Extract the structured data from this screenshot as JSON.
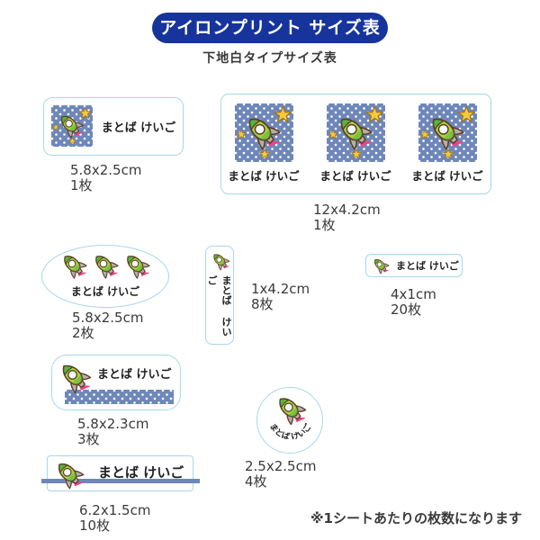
{
  "page": {
    "header_title": "アイロンプリント サイズ表",
    "subtitle": "下地白タイプサイズ表",
    "name_text": "まとば けいご",
    "footnote": "※1シートあたりの枚数になります"
  },
  "colors": {
    "header_bg": "#16349c",
    "label_border": "#a9d7e6",
    "dot_pattern_bg": "#6e87ba",
    "rocket_green": "#a8d440",
    "rocket_dark_green": "#57b33f",
    "fin_gray": "#b4afa9",
    "star_yellow": "#f7c93d",
    "flame_pink": "#ee4187",
    "text": "#3a3a3a"
  },
  "labels": [
    {
      "shape": "rectangle",
      "size": "5.8x2.5cm",
      "count": "1枚"
    },
    {
      "shape": "wide-rectangle",
      "size": "12x4.2cm",
      "count": "1枚"
    },
    {
      "shape": "oval",
      "size": "5.8x2.5cm",
      "count": "2枚"
    },
    {
      "shape": "vertical-strip",
      "size": "1x4.2cm",
      "count": "8枚"
    },
    {
      "shape": "small-rectangle",
      "size": "4x1cm",
      "count": "20枚"
    },
    {
      "shape": "rounded-rectangle",
      "size": "5.8x2.3cm",
      "count": "3枚"
    },
    {
      "shape": "thin-rectangle",
      "size": "6.2x1.5cm",
      "count": "10枚"
    },
    {
      "shape": "circle",
      "size": "2.5x2.5cm",
      "count": "4枚"
    }
  ]
}
